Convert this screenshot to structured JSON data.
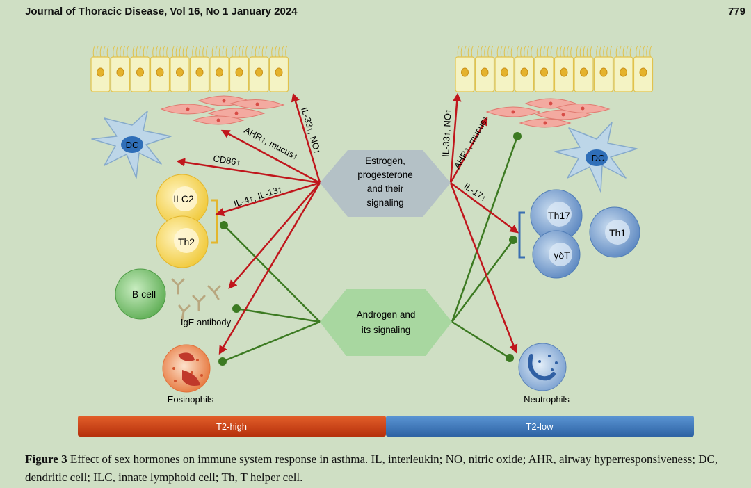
{
  "header": {
    "journal": "Journal of Thoracic Disease, Vol 16, No 1 January 2024",
    "page_number": "779"
  },
  "figure": {
    "hub_estrogen_lines": [
      "Estrogen,",
      "progesterone",
      "and their",
      "signaling"
    ],
    "hub_androgen_lines": [
      "Androgen and",
      "its signaling"
    ],
    "left_cells": {
      "dc": "DC",
      "ilc2": "ILC2",
      "th2": "Th2",
      "b_cell": "B cell",
      "ige": "IgE antibody",
      "eosinophils": "Eosinophils"
    },
    "right_cells": {
      "dc": "DC",
      "th17": "Th17",
      "th1": "Th1",
      "gdt": "γδT",
      "neutrophils": "Neutrophils"
    },
    "arrow_labels": {
      "left_il33_no": "IL-33↑, NO↑",
      "left_ahr_mucus": "AHR↑, mucus↑",
      "left_cd86": "CD86↑",
      "left_il4_il13": "IL-4↑, IL-13↑",
      "right_il33_no": "IL-33↑, NO↑",
      "right_ahr_mucus": "AHR↑, mucus↑",
      "right_il17": "IL-17↑"
    },
    "bars": {
      "t2_high": "T2-high",
      "t2_low": "T2-low"
    },
    "colors": {
      "stimulate": "#c0161c",
      "inhibit": "#3c7a22",
      "t2_high_bar": "#c8410f",
      "t2_low_bar": "#3a75b8",
      "hex_estrogen": "#b4c1c6",
      "hex_androgen": "#a8d7a0"
    }
  },
  "caption": {
    "label": "Figure 3",
    "text": " Effect of sex hormones on immune system response in asthma. IL, interleukin; NO, nitric oxide; AHR, airway hyperresponsiveness; DC, dendritic cell; ILC, innate lymphoid cell; Th, T helper cell."
  }
}
